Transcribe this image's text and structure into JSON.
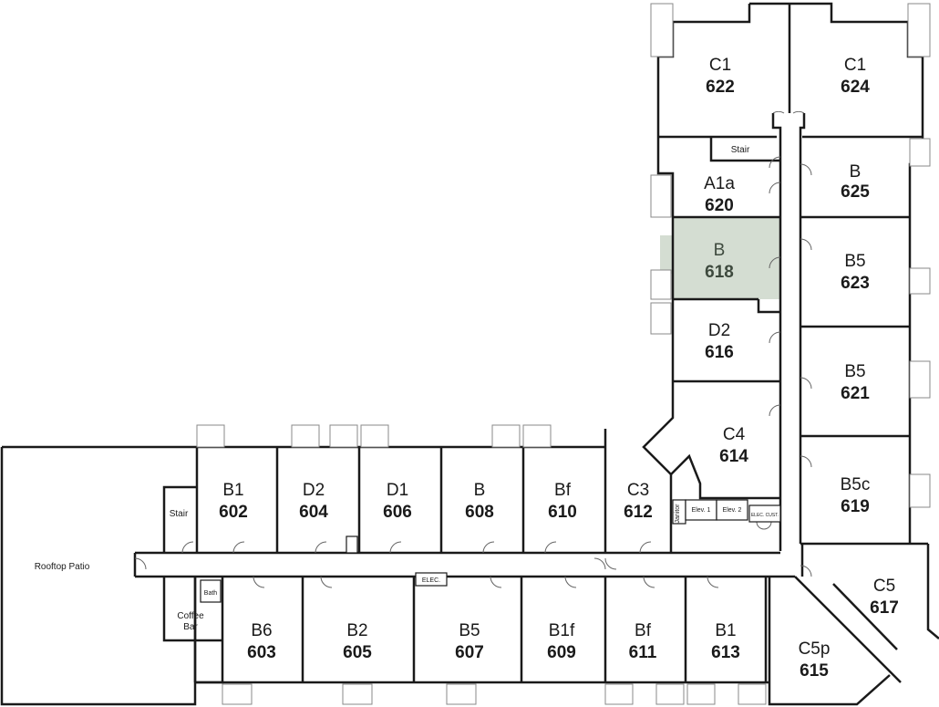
{
  "floor": {
    "highlight_color": "#d4ddd2",
    "wall_color": "#1a1a1a",
    "units": [
      {
        "type": "C1",
        "number": "622"
      },
      {
        "type": "C1",
        "number": "624"
      },
      {
        "type": "A1a",
        "number": "620"
      },
      {
        "type": "B",
        "number": "625"
      },
      {
        "type": "B",
        "number": "618",
        "highlighted": true
      },
      {
        "type": "B5",
        "number": "623"
      },
      {
        "type": "D2",
        "number": "616"
      },
      {
        "type": "B5",
        "number": "621"
      },
      {
        "type": "C4",
        "number": "614"
      },
      {
        "type": "B5c",
        "number": "619"
      },
      {
        "type": "B1",
        "number": "602"
      },
      {
        "type": "D2",
        "number": "604"
      },
      {
        "type": "D1",
        "number": "606"
      },
      {
        "type": "B",
        "number": "608"
      },
      {
        "type": "Bf",
        "number": "610"
      },
      {
        "type": "C3",
        "number": "612"
      },
      {
        "type": "C5",
        "number": "617"
      },
      {
        "type": "B6",
        "number": "603"
      },
      {
        "type": "B2",
        "number": "605"
      },
      {
        "type": "B5",
        "number": "607"
      },
      {
        "type": "B1f",
        "number": "609"
      },
      {
        "type": "Bf",
        "number": "611"
      },
      {
        "type": "B1",
        "number": "613"
      },
      {
        "type": "C5p",
        "number": "615"
      }
    ],
    "amenities": {
      "rooftop_patio": "Rooftop Patio",
      "stair": "Stair",
      "coffee_bar_line1": "Coffee",
      "coffee_bar_line2": "Bar",
      "bath": "Bath",
      "elec": "ELEC.",
      "janitor": "Janitor",
      "elev1": "Elev. 1",
      "elev2": "Elev. 2",
      "elec_cust": "ELEC. CUST."
    }
  }
}
